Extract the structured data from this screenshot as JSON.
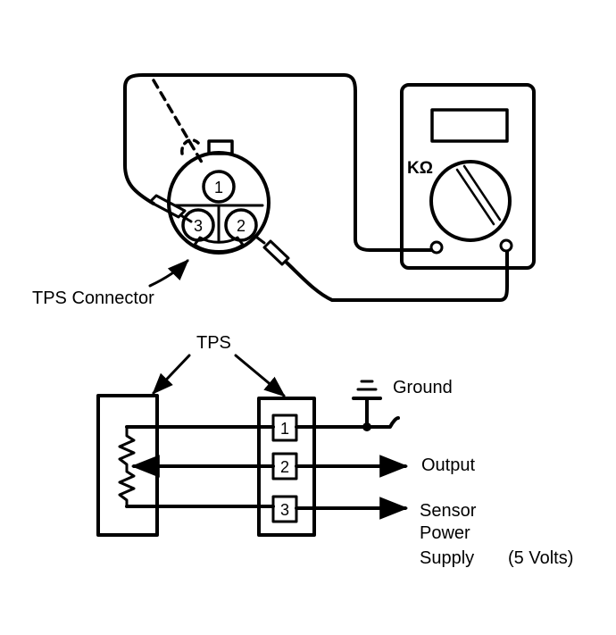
{
  "upper": {
    "connector_label": "TPS Connector",
    "pins": [
      "1",
      "2",
      "3"
    ],
    "meter_scale": "KΩ"
  },
  "lower": {
    "tps_label": "TPS",
    "pins": [
      "1",
      "2",
      "3"
    ],
    "ground_label": "Ground",
    "output_label": "Output",
    "supply_label_line1": "Sensor",
    "supply_label_line2": "Power",
    "supply_label_line3": "Supply",
    "supply_voltage": "(5 Volts)"
  }
}
